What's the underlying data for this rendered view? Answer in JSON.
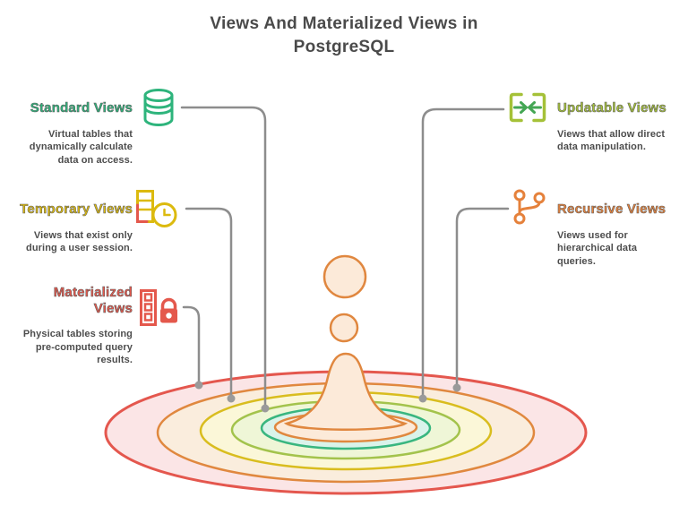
{
  "title": "Views And Materialized Views in\nPostgreSQL",
  "items": [
    {
      "id": "standard-views",
      "title": "Standard Views",
      "description": "Virtual tables that\ndynamically calculate\ndata on access.",
      "color": "#2eb47c",
      "icon": "database-icon",
      "side": "left"
    },
    {
      "id": "temporary-views",
      "title": "Temporary Views",
      "description": "Views that exist only\nduring a user session.",
      "color": "#dcba0e",
      "icon": "document-clock-icon",
      "side": "left"
    },
    {
      "id": "materialized-views",
      "title": "Materialized\nViews",
      "description": "Physical tables storing\npre-computed query\nresults.",
      "color": "#e4584c",
      "icon": "list-lock-icon",
      "side": "left"
    },
    {
      "id": "updatable-views",
      "title": "Updatable Views",
      "description": "Views that allow direct\ndata manipulation.",
      "color": "#a5c138",
      "icon": "sync-arrows-icon",
      "side": "right"
    },
    {
      "id": "recursive-views",
      "title": "Recursive Views",
      "description": "Views used for\nhierarchical data\nqueries.",
      "color": "#e5813b",
      "icon": "git-branch-icon",
      "side": "right"
    }
  ],
  "illustration": {
    "name": "water-droplet-ripple",
    "title_color": "#4a4a4a",
    "description_color": "#4d4d4d",
    "connector_color": "#8d8d8d",
    "connector_dot_color": "#9a9a9a",
    "droplet": {
      "stroke": "#e0873f",
      "fill": "#fcead9"
    },
    "ripples": [
      {
        "name": "outer-red-ring",
        "stroke": "#e4574e",
        "fill": "#fbe5e6"
      },
      {
        "name": "orange-ring",
        "stroke": "#e0883f",
        "fill": "#faeddd"
      },
      {
        "name": "yellow-ring",
        "stroke": "#d9bd1e",
        "fill": "#fbf7d8"
      },
      {
        "name": "yellow-green-ring",
        "stroke": "#a3c34c",
        "fill": "#eff6d7"
      },
      {
        "name": "teal-green-ring",
        "stroke": "#39b680",
        "fill": "#daf3ea"
      },
      {
        "name": "inner-crater-ring",
        "stroke": "#e0883f",
        "fill": "#fcead9"
      }
    ]
  }
}
